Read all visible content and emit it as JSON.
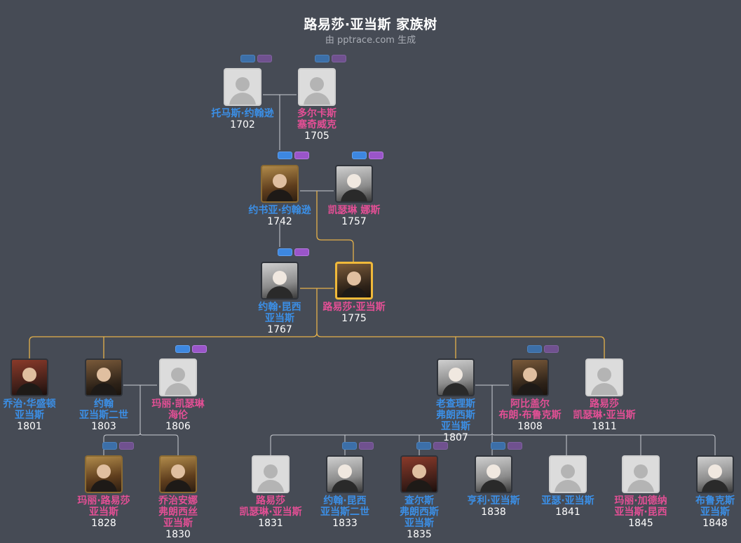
{
  "header": {
    "title": "路易莎·亚当斯 家族树",
    "subtitle": "由 pptrace.com 生成"
  },
  "people": [
    {
      "id": "thomas",
      "name_lines": [
        "托马斯·约翰逊"
      ],
      "year": "1702",
      "gender": "male",
      "photo": "placeholder"
    },
    {
      "id": "dorcas",
      "name_lines": [
        "多尔卡斯",
        "塞奇威克"
      ],
      "year": "1705",
      "gender": "female",
      "photo": "placeholder"
    },
    {
      "id": "joshua",
      "name_lines": [
        "约书亚·约翰逊"
      ],
      "year": "1742",
      "gender": "male",
      "photo": "portrait-gold"
    },
    {
      "id": "catherine",
      "name_lines": [
        "凯瑟琳 娜斯"
      ],
      "year": "1757",
      "gender": "female",
      "photo": "portrait-light"
    },
    {
      "id": "jq",
      "name_lines": [
        "约翰·昆西",
        "亚当斯"
      ],
      "year": "1767",
      "gender": "male",
      "photo": "portrait-light"
    },
    {
      "id": "louisa",
      "name_lines": [
        "路易莎·亚当斯"
      ],
      "year": "1775",
      "gender": "female",
      "photo": "portrait",
      "selected": true
    },
    {
      "id": "george",
      "name_lines": [
        "乔治·华盛顿",
        "亚当斯"
      ],
      "year": "1801",
      "gender": "male",
      "photo": "portrait-red"
    },
    {
      "id": "john2",
      "name_lines": [
        "约翰",
        "亚当斯二世"
      ],
      "year": "1803",
      "gender": "male",
      "photo": "portrait"
    },
    {
      "id": "mary_catherine",
      "name_lines": [
        "玛丽·凯瑟琳",
        "海伦"
      ],
      "year": "1806",
      "gender": "female",
      "photo": "placeholder"
    },
    {
      "id": "charles",
      "name_lines": [
        "老查理斯",
        "弗朗西斯",
        "亚当斯"
      ],
      "year": "1807",
      "gender": "male",
      "photo": "portrait-light"
    },
    {
      "id": "abigail",
      "name_lines": [
        "阿比盖尔",
        "布朗·布鲁克斯"
      ],
      "year": "1808",
      "gender": "female",
      "photo": "portrait"
    },
    {
      "id": "louisa2",
      "name_lines": [
        "路易莎",
        "凯瑟琳·亚当斯"
      ],
      "year": "1811",
      "gender": "female",
      "photo": "placeholder"
    },
    {
      "id": "mary_louisa",
      "name_lines": [
        "玛丽·路易莎",
        "亚当斯"
      ],
      "year": "1828",
      "gender": "female",
      "photo": "portrait-gold"
    },
    {
      "id": "georgeanna",
      "name_lines": [
        "乔治安娜",
        "弗朗西丝",
        "亚当斯"
      ],
      "year": "1830",
      "gender": "female",
      "photo": "portrait-gold"
    },
    {
      "id": "louisa3",
      "name_lines": [
        "路易莎",
        "凯瑟琳·亚当斯"
      ],
      "year": "1831",
      "gender": "female",
      "photo": "placeholder"
    },
    {
      "id": "jq2",
      "name_lines": [
        "约翰·昆西",
        "亚当斯二世"
      ],
      "year": "1833",
      "gender": "male",
      "photo": "portrait-light"
    },
    {
      "id": "charles2",
      "name_lines": [
        "查尔斯",
        "弗朗西斯",
        "亚当斯"
      ],
      "year": "1835",
      "gender": "male",
      "photo": "portrait-red"
    },
    {
      "id": "henry",
      "name_lines": [
        "亨利·亚当斯"
      ],
      "year": "1838",
      "gender": "male",
      "photo": "portrait-light"
    },
    {
      "id": "arthur",
      "name_lines": [
        "亚瑟·亚当斯"
      ],
      "year": "1841",
      "gender": "male",
      "photo": "placeholder"
    },
    {
      "id": "mary_gardiner",
      "name_lines": [
        "玛丽·加德纳",
        "亚当斯·昆西"
      ],
      "year": "1845",
      "gender": "female",
      "photo": "placeholder"
    },
    {
      "id": "brooks",
      "name_lines": [
        "布鲁克斯",
        "亚当斯"
      ],
      "year": "1848",
      "gender": "male",
      "photo": "portrait-light"
    }
  ]
}
